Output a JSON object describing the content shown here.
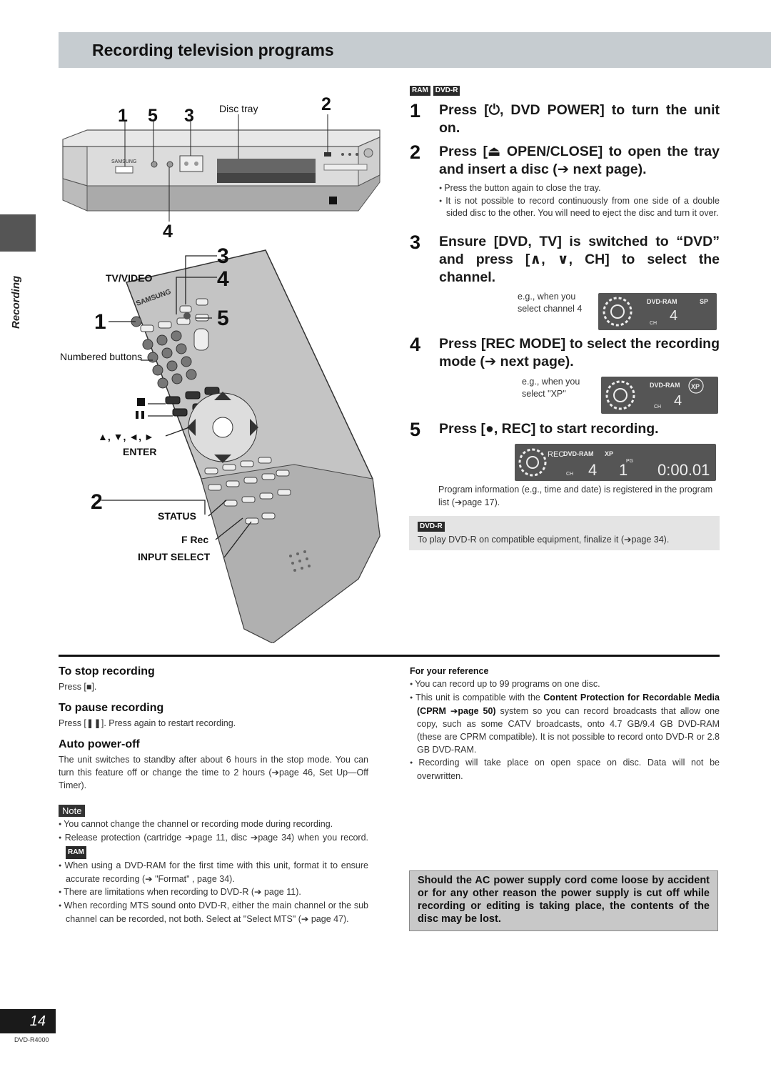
{
  "header": {
    "title": "Recording television programs"
  },
  "side_label": "Recording",
  "media_tags": [
    "RAM",
    "DVD-R"
  ],
  "illustration": {
    "recorder_callouts": [
      "1",
      "5",
      "3",
      "2",
      "4"
    ],
    "disc_tray_label": "Disc tray",
    "brand": "SAMSUNG",
    "remote_callouts": [
      "3",
      "4",
      "1",
      "5",
      "2"
    ],
    "labels": {
      "tv_video": "TV/VIDEO",
      "numbered_buttons": "Numbered buttons",
      "arrows": "▲, ▼, ◄, ►",
      "enter": "ENTER",
      "status": "STATUS",
      "f_rec": "F Rec",
      "input_select": "INPUT SELECT"
    }
  },
  "steps": [
    {
      "num": "1",
      "text": "Press [⏻, DVD POWER] to turn the unit on."
    },
    {
      "num": "2",
      "text": "Press [⏏ OPEN/CLOSE] to open the tray and insert a disc (➔ next page).",
      "bullets": [
        "Press the button again to close the tray.",
        "It is not possible to record continuously from one side of a double sided disc to the other. You will need to eject the disc and turn it over."
      ]
    },
    {
      "num": "3",
      "text": "Ensure [DVD, TV] is switched to “DVD” and press [∧, ∨, CH] to select the channel.",
      "example": "e.g., when you select channel 4"
    },
    {
      "num": "4",
      "text": "Press [REC MODE] to select the recording mode (➔ next page).",
      "example": "e.g., when you select \"XP\""
    },
    {
      "num": "5",
      "text": "Press [●, REC] to start recording."
    }
  ],
  "displays": {
    "d1": {
      "media": "DVD-RAM",
      "mode": "SP",
      "ch_label": "CH",
      "channel": "4"
    },
    "d2": {
      "media": "DVD-RAM",
      "mode": "XP",
      "ch_label": "CH",
      "channel": "4"
    },
    "d3": {
      "rec": "REC",
      "media": "DVD-RAM",
      "mode": "XP",
      "pg": "PG",
      "ch_label": "CH",
      "channel": "4",
      "program": "1",
      "time": "0:00.01"
    }
  },
  "program_info": "Program information (e.g., time and date) is registered in the program list (➔page 17).",
  "dvdr_note": {
    "tag": "DVD-R",
    "text": "To play DVD-R on compatible equipment, finalize it (➔page 34)."
  },
  "stop": {
    "title": "To stop recording",
    "text": "Press [■]."
  },
  "pause": {
    "title": "To pause recording",
    "text": "Press [❚❚]. Press again to restart recording."
  },
  "auto_off": {
    "title": "Auto power-off",
    "text": "The unit switches to standby after about 6 hours in the stop mode. You can turn this feature off or change the time to 2 hours (➔page 46, Set Up—Off Timer)."
  },
  "note_label": "Note",
  "notes": [
    "You cannot change the channel or recording mode during recording.",
    "Release protection (cartridge ➔page 11, disc ➔page 34) when you record.",
    "When using a DVD-RAM for the first time with this unit, format it to ensure accurate recording (➔ \"Format\" , page 34).",
    "There are limitations when recording to DVD-R (➔ page 11).",
    "When recording MTS sound onto DVD-R, either the main channel or the sub channel can be recorded, not both. Select at \"Select MTS\" (➔ page 47)."
  ],
  "note_ram_tag": "RAM",
  "reference": {
    "title": "For your reference",
    "item1": "You can record up to 99 programs on one disc.",
    "item2_a": "This unit is compatible with the ",
    "item2_b": "Content Protection for Recordable Media (CPRM ➔page 50)",
    "item2_c": " system so you can record broadcasts that allow one copy, such as some CATV broadcasts, onto 4.7 GB/9.4 GB DVD-RAM (these are CPRM compatible). It is not possible to record onto DVD-R or 2.8 GB DVD-RAM.",
    "item3": "Recording will take place on open space on disc. Data will not be overwritten."
  },
  "warning": "Should the AC power supply cord come loose by accident or for any other reason the power supply is cut off while recording or editing is taking place, the contents of the disc may be lost.",
  "page_number": "14",
  "model": "DVD-R4000"
}
